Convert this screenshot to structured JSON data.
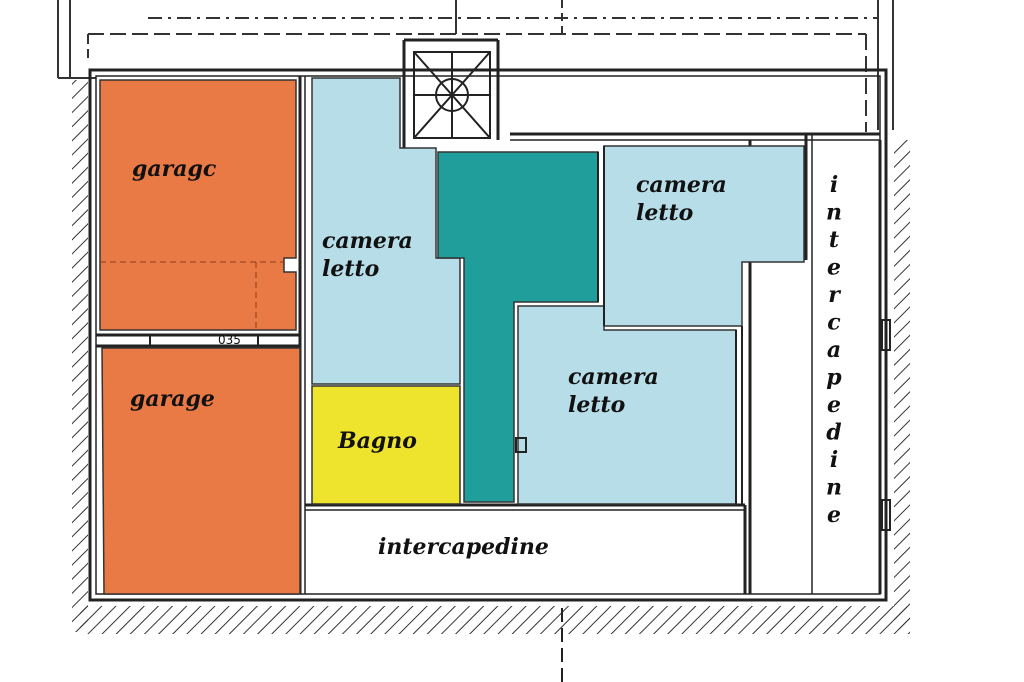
{
  "colors": {
    "garage": "#ea7a45",
    "camera_letto": "#b7dde8",
    "corridor": "#1f9e9b",
    "bagno": "#eee42e",
    "wall": "#222222"
  },
  "rooms": {
    "garage_top": "garagc",
    "garage_bottom": "garage",
    "camera_left_1": "camera",
    "camera_left_2": "letto",
    "camera_topright_1": "camera",
    "camera_topright_2": "letto",
    "camera_center_1": "camera",
    "camera_center_2": "letto",
    "bagno": "Bagno",
    "intercapedine_bottom": "intercapedine",
    "intercapedine_vertical": "intercapedine"
  },
  "dimensions": {
    "opening": "035"
  }
}
